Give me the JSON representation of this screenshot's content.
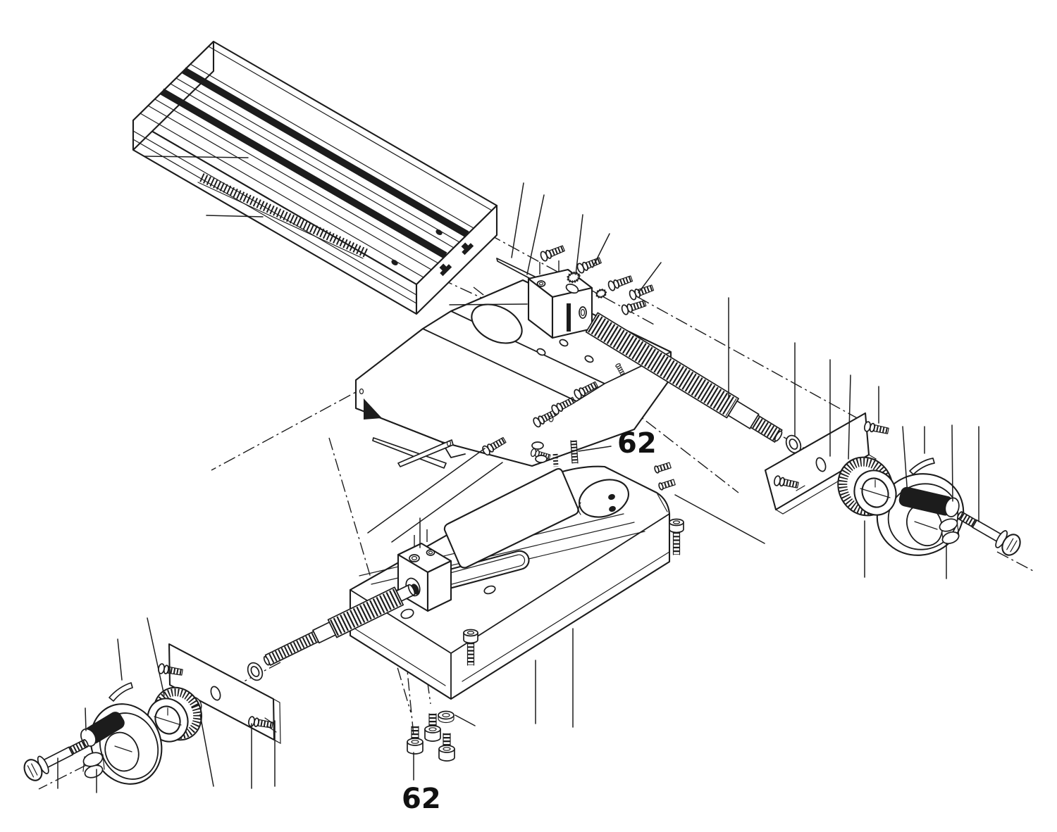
{
  "diagram": {
    "background_color": "#ffffff",
    "line_color": "#1c1c1c",
    "callouts": [
      {
        "id": "callout-62-upper",
        "label": "62"
      },
      {
        "id": "callout-62-lower",
        "label": "62"
      }
    ]
  }
}
